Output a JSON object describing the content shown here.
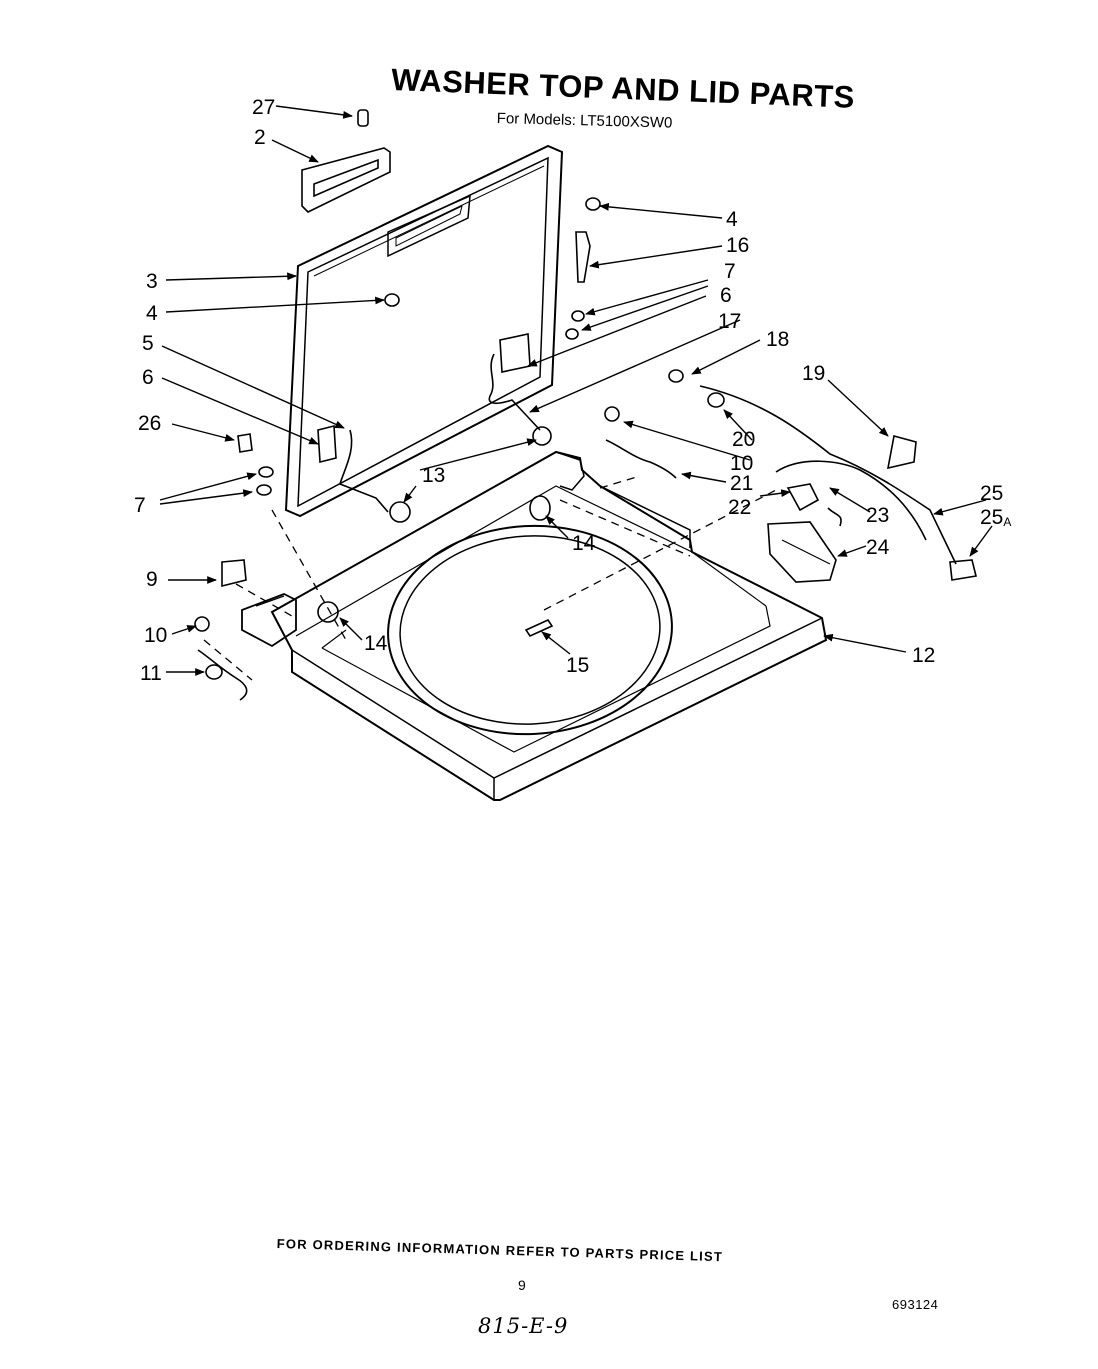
{
  "title": "WASHER TOP AND LID PARTS",
  "subtitle": "For Models: LT5100XSW0",
  "callouts": {
    "c27": "27",
    "c2": "2",
    "c3": "3",
    "c4a": "4",
    "c4b": "4",
    "c16": "16",
    "c7a": "7",
    "c6a": "6",
    "c17": "17",
    "c5": "5",
    "c6b": "6",
    "c26": "26",
    "c7b": "7",
    "c18": "18",
    "c19": "19",
    "c20": "20",
    "c10a": "10",
    "c21": "21",
    "c13": "13",
    "c22": "22",
    "c23": "23",
    "c25": "25",
    "c25a": "25",
    "c25a_sub": "A",
    "c24": "24",
    "c14a": "14",
    "c9": "9",
    "c14b": "14",
    "c10b": "10",
    "c11": "11",
    "c15": "15",
    "c12": "12"
  },
  "footer": "FOR ORDERING INFORMATION REFER TO PARTS PRICE LIST",
  "page_number": "9",
  "doc_number": "693124",
  "handwritten_note": "815-E-9"
}
